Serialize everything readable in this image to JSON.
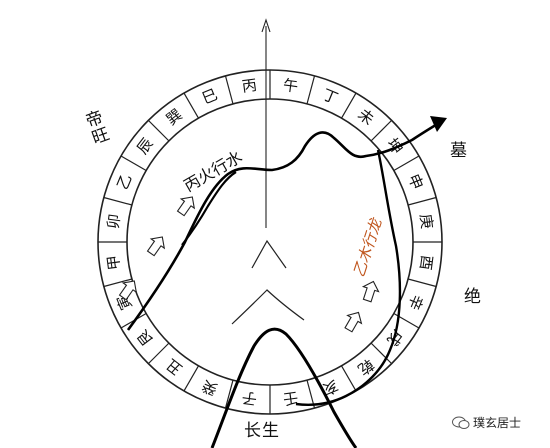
{
  "compass": {
    "stations": [
      "丙",
      "午",
      "丁",
      "未",
      "坤",
      "申",
      "庚",
      "酉",
      "辛",
      "戌",
      "乾",
      "亥",
      "壬",
      "子",
      "癸",
      "丑",
      "艮",
      "寅",
      "甲",
      "卯",
      "乙",
      "辰",
      "巽",
      "巳"
    ]
  },
  "labels": {
    "fire_flow": "丙火行水",
    "wood_dragon": "乙木行龙",
    "emperor": "帝旺",
    "tomb": "墓",
    "extinction": "绝",
    "birth": "长生"
  },
  "watermark": {
    "text": "璞玄居士"
  },
  "colors": {
    "ink": "#111111",
    "wood": "#c0561e",
    "arrow_fill": "#ffffff"
  }
}
